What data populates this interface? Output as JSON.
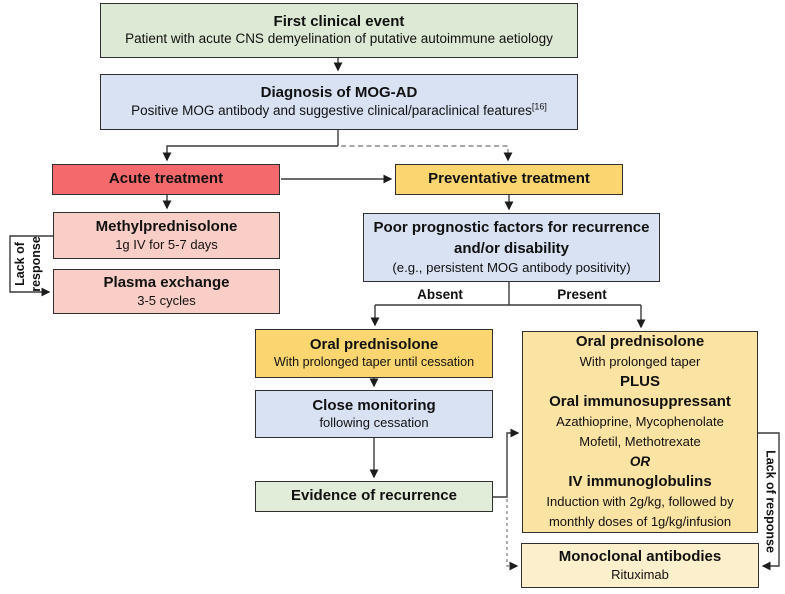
{
  "diagram": {
    "boxes": {
      "first_clinical_event": {
        "title": "First clinical event",
        "subtitle": "Patient with acute CNS demyelination of putative autoimmune aetiology"
      },
      "diagnosis": {
        "title": "Diagnosis of MOG-AD",
        "subtitle": "Positive MOG antibody and suggestive clinical/paraclinical features",
        "superscript": "[16]"
      },
      "acute_treatment": {
        "title": "Acute treatment"
      },
      "preventative_treatment": {
        "title": "Preventative treatment"
      },
      "methylprednisolone": {
        "title": "Methylprednisolone",
        "subtitle": "1g IV for 5-7 days"
      },
      "plasma_exchange": {
        "title": "Plasma exchange",
        "subtitle": "3-5 cycles"
      },
      "poor_prognostic": {
        "title_line1": "Poor prognostic factors for recurrence",
        "title_line2": "and/or disability",
        "subtitle": "(e.g., persistent MOG antibody positivity)"
      },
      "oral_prednisolone_absent": {
        "title": "Oral prednisolone",
        "subtitle": "With prolonged taper until cessation"
      },
      "close_monitoring": {
        "title": "Close monitoring",
        "subtitle": "following cessation"
      },
      "evidence_recurrence": {
        "title": "Evidence of recurrence"
      },
      "oral_prednisolone_present": {
        "lines": [
          "Oral prednisolone",
          "With prolonged taper",
          "PLUS",
          "Oral immunosuppressant",
          "Azathioprine, Mycophenolate",
          "Mofetil, Methotrexate",
          "OR",
          "IV immunoglobulins",
          "Induction with 2g/kg, followed by",
          "monthly doses of 1g/kg/infusion"
        ]
      },
      "monoclonal": {
        "title": "Monoclonal antibodies",
        "subtitle": "Rituximab"
      }
    },
    "labels": {
      "absent": "Absent",
      "present": "Present",
      "lack_of_response_left_line1": "Lack of",
      "lack_of_response_left_line2": "response",
      "lack_of_response_right": "Lack of response"
    },
    "colors": {
      "green_box": "#DCE9D4",
      "light_green_box": "#E1EDD9",
      "blue_box": "#D9E2F3",
      "red_box": "#F4696B",
      "pink_box": "#F9CEC6",
      "orange_box": "#FBD670",
      "light_orange_box": "#FBE3A4",
      "cream_box": "#FCEFCB",
      "border": "#2F2F2F",
      "line": "#3B3B3B",
      "dashed_line": "#8A8A8A"
    }
  }
}
